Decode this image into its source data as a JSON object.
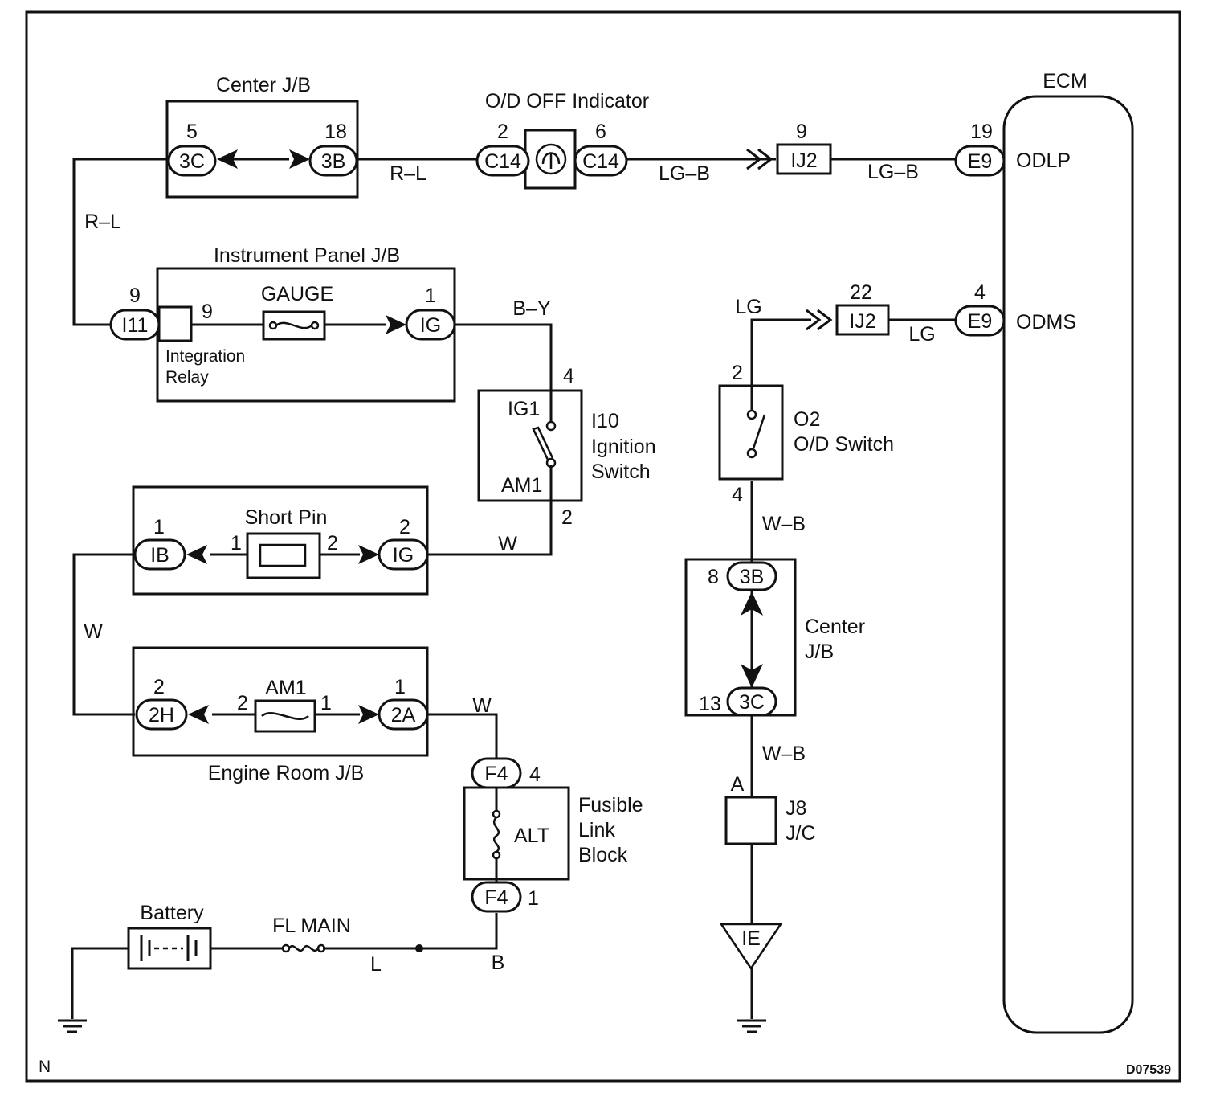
{
  "components": {
    "center_jb_top": "Center J/B",
    "od_off_indicator": "O/D OFF Indicator",
    "ecm": "ECM",
    "instrument_panel_jb": "Instrument Panel J/B",
    "gauge": "GAUGE",
    "integration_relay_1": "Integration",
    "integration_relay_2": "Relay",
    "ignition_id": "I10",
    "ignition_1": "Ignition",
    "ignition_2": "Switch",
    "ig1": "IG1",
    "am1_sw": "AM1",
    "short_pin": "Short Pin",
    "am1_fuse": "AM1",
    "engine_room_jb": "Engine Room J/B",
    "fusible_1": "Fusible",
    "fusible_2": "Link",
    "fusible_3": "Block",
    "alt": "ALT",
    "battery": "Battery",
    "fl_main": "FL MAIN",
    "od_switch_id": "O2",
    "od_switch": "O/D Switch",
    "center_jb_right_1": "Center",
    "center_jb_right_2": "J/B",
    "jc_id": "J8",
    "jc": "J/C",
    "ground_ie": "IE",
    "odlp": "ODLP",
    "odms": "ODMS",
    "footer_left": "N",
    "footer_right": "D07539"
  },
  "connectors": {
    "c3c_top": "3C",
    "c3b_top": "3B",
    "c14_a": "C14",
    "c14_b": "C14",
    "ij2_top": "IJ2",
    "e9_top": "E9",
    "i11": "I11",
    "ig_ip": "IG",
    "ib": "IB",
    "ig_sp": "IG",
    "h2": "2H",
    "a2": "2A",
    "f4_top": "F4",
    "f4_bot": "F4",
    "ij2_mid": "IJ2",
    "e9_mid": "E9",
    "c3b_right": "3B",
    "c3c_right": "3C"
  },
  "pins": {
    "p5": "5",
    "p18": "18",
    "p2_ind": "2",
    "p6_ind": "6",
    "p9_ij2": "9",
    "p19_e9": "19",
    "p9_i11": "9",
    "p9_relay": "9",
    "p1_ig": "1",
    "p4_ign": "4",
    "p2_ign": "2",
    "p1_ib": "1",
    "p1_sp": "1",
    "p2_sp": "2",
    "p2_igsp": "2",
    "p2_2h": "2",
    "p2_am1": "2",
    "p1_am1": "1",
    "p1_2a": "1",
    "p4_f4": "4",
    "p1_f4": "1",
    "p22_ij2": "22",
    "p4_e9": "4",
    "p2_o2": "2",
    "p4_o2": "4",
    "p8_3b": "8",
    "p13_3c": "13",
    "pa_j8": "A"
  },
  "wires": {
    "rl_top": "R–L",
    "rl_left": "R–L",
    "lgb_1": "LG–B",
    "lgb_2": "LG–B",
    "by": "B–Y",
    "w_ign": "W",
    "w_left": "W",
    "w_2a": "W",
    "l_bat": "L",
    "b_bat": "B",
    "lg_1": "LG",
    "lg_2": "LG",
    "wb_1": "W–B",
    "wb_2": "W–B"
  }
}
